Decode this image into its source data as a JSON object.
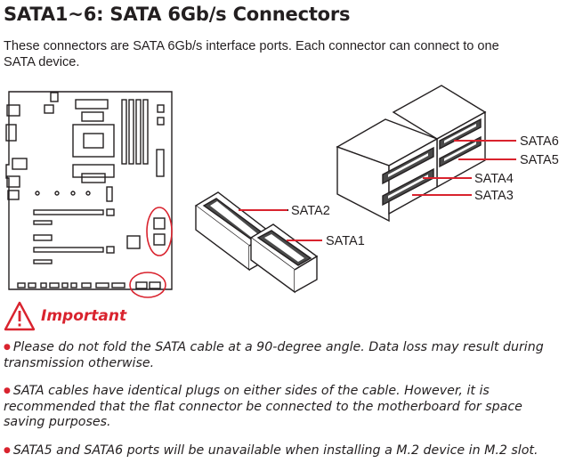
{
  "section": {
    "title": "SATA1~6: SATA 6Gb/s Connectors",
    "intro_lines": [
      "These connectors are SATA 6Gb/s interface ports. Each connector can connect to one",
      "SATA device."
    ]
  },
  "diagram": {
    "labels": {
      "sata1": "SATA1",
      "sata2": "SATA2",
      "sata3": "SATA3",
      "sata4": "SATA4",
      "sata5": "SATA5",
      "sata6": "SATA6"
    },
    "colors": {
      "highlight": "#d9232e",
      "line": "#231f20"
    }
  },
  "important": {
    "icon": "warning-triangle-icon",
    "title": "Important",
    "notes": [
      {
        "lines": [
          "Please do not fold the SATA cable at a 90-degree angle. Data loss may result during",
          "transmission otherwise."
        ]
      },
      {
        "lines": [
          "SATA cables have identical plugs on either sides of the cable. However, it is",
          "recommended that the flat connector be connected to the motherboard for space",
          "saving purposes."
        ]
      },
      {
        "lines": [
          "SATA5 and SATA6 ports will be unavailable when installing a M.2 device in M.2 slot."
        ]
      }
    ]
  }
}
